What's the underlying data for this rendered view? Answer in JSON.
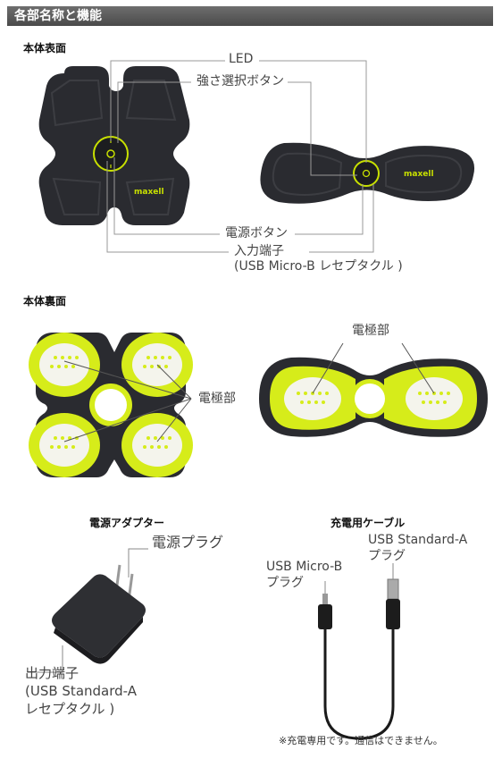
{
  "header": {
    "title": "各部名称と機能"
  },
  "front": {
    "section_title": "本体表面",
    "label_led": "LED",
    "label_strength": "強さ選択ボタン",
    "label_power": "電源ボタン",
    "label_input_line1": "入力端子",
    "label_input_line2": "(USB Micro-B レセプタクル )",
    "brand": "maxell"
  },
  "back": {
    "section_title": "本体裏面",
    "label_electrode_left": "電極部",
    "label_electrode_right": "電極部"
  },
  "adapter": {
    "section_title": "電源アダプター",
    "label_plug": "電源プラグ",
    "label_output_line1": "出力端子",
    "label_output_line2": "(USB Standard-A",
    "label_output_line3": "レセプタクル )"
  },
  "cable": {
    "section_title": "充電用ケーブル",
    "label_microb_line1": "USB Micro-B",
    "label_microb_line2": "プラグ",
    "label_stda_line1": "USB Standard-A",
    "label_stda_line2": "プラグ",
    "note": "※充電専用です。通信はできません。"
  },
  "colors": {
    "accent": "#c8e000",
    "device": "#2a2b30",
    "pad": "#d6ec1a"
  }
}
